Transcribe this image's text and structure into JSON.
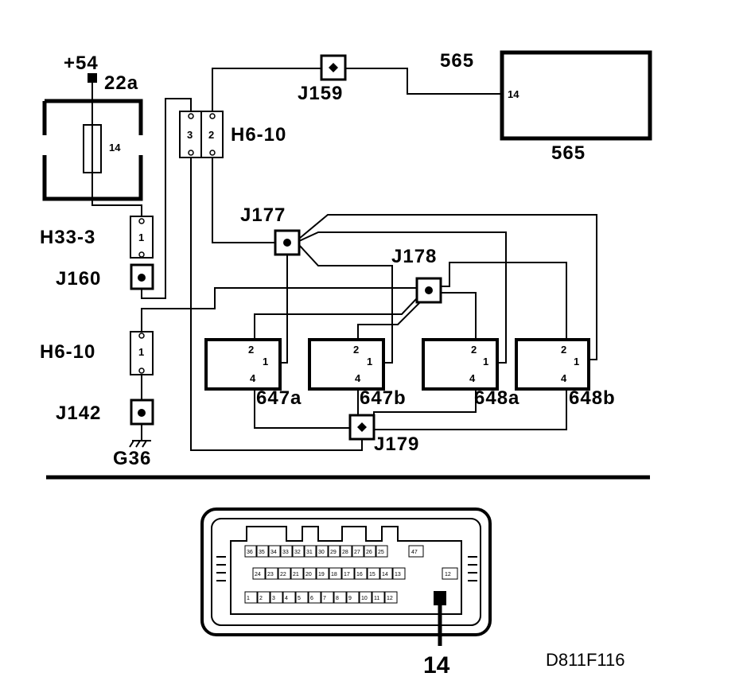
{
  "labels": {
    "plus54": "+54",
    "t22a": "22a",
    "h33_3": "H33-3",
    "j160": "J160",
    "h6_10_left": "H6-10",
    "j142": "J142",
    "g36": "G36",
    "j159": "J159",
    "h6_10_top": "H6-10",
    "n565_top": "565",
    "n565_bottom": "565",
    "j177": "J177",
    "j178": "J178",
    "j179": "J179",
    "c647a": "647a",
    "c647b": "647b",
    "c648a": "648a",
    "c648b": "648b"
  },
  "pins": {
    "relay_14": "14",
    "box565_14": "14",
    "h33_pin": "1",
    "h6_left_pin": "1",
    "h6_top_3": "3",
    "h6_top_2": "2",
    "comp_2": "2",
    "comp_1": "1",
    "comp_4": "4"
  },
  "connector": {
    "row1": [
      "36",
      "35",
      "34",
      "33",
      "32",
      "31",
      "30",
      "29",
      "28",
      "27",
      "26",
      "25"
    ],
    "row1_end": "47",
    "row2": [
      "24",
      "23",
      "22",
      "21",
      "20",
      "19",
      "18",
      "17",
      "16",
      "15",
      "14",
      "13"
    ],
    "row2_end": "12",
    "row3": [
      "1",
      "2",
      "3",
      "4",
      "5",
      "6",
      "7",
      "8",
      "9",
      "10",
      "11",
      "12"
    ],
    "pin_callout": "14",
    "figure_id": "D811F116"
  }
}
